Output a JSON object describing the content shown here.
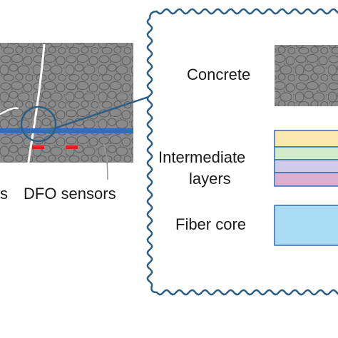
{
  "labels": {
    "cracks_fragment": "s",
    "dfo_sensors": "DFO sensors",
    "concrete": "Concrete",
    "intermediate_line1": "Intermediate",
    "intermediate_line2": "layers",
    "fiber_core": "Fiber core"
  },
  "colors": {
    "concrete_fill": "#8a8a8a",
    "pebble_stroke": "#5e5e5e",
    "fiber_blue": "#2f6fb6",
    "sensor_red": "#e41e1e",
    "callout_border": "#2b5f86",
    "layer_yellow": "#fbe7b0",
    "layer_green": "#d3ebc9",
    "layer_lavender": "#cfcbe8",
    "layer_pink": "#dbb0d3",
    "core_blue": "#a9dbf4",
    "swatch_border": "#2f6fb6"
  }
}
